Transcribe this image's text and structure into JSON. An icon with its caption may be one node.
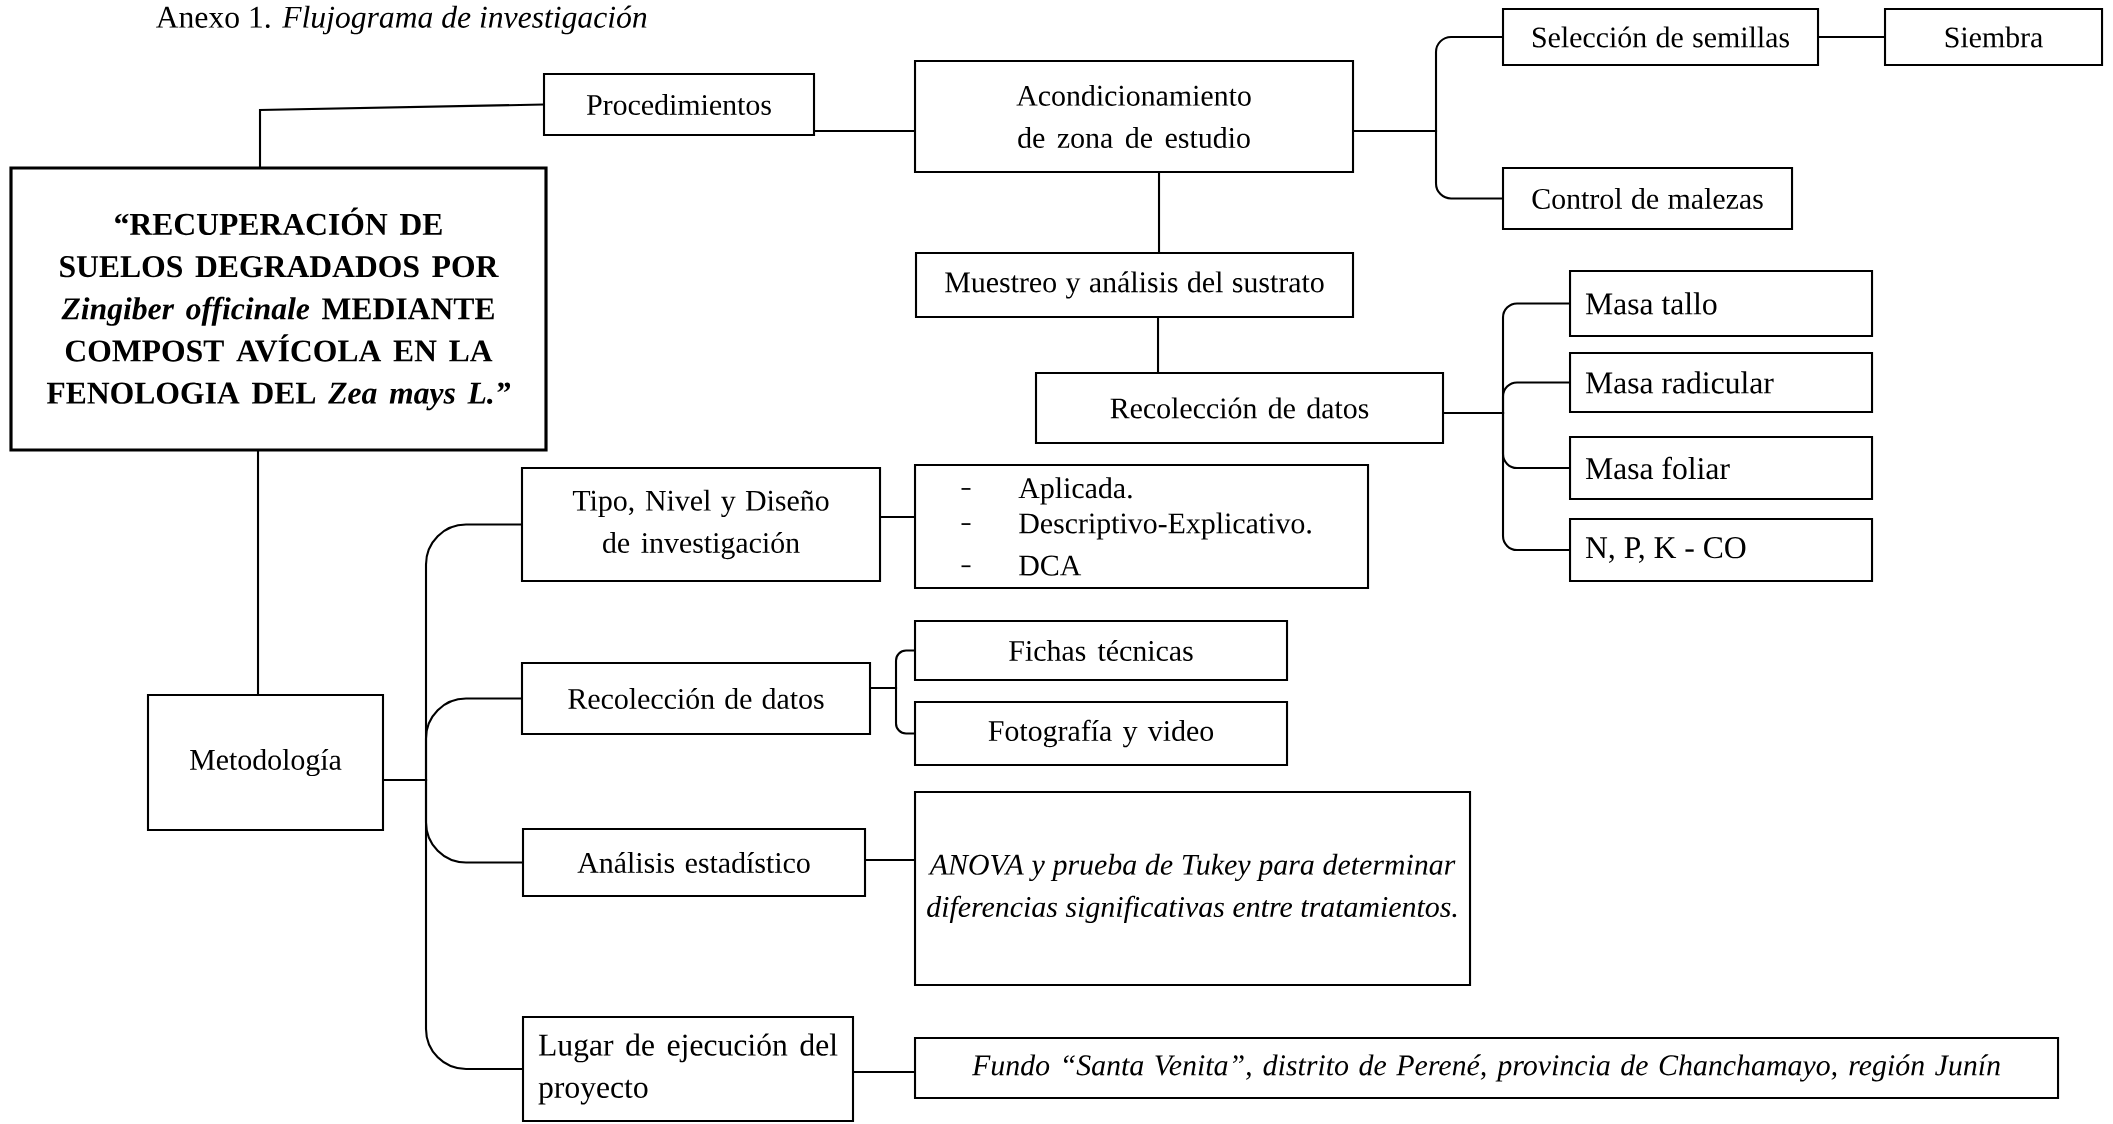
{
  "diagram": {
    "title": "Anexo 1. *Flujograma de investigación*",
    "nodes": [
      {
        "text": [
          "“RECUPERACIÓN DE SUELOS DEGRADADOS POR *Zingiber officinale* MEDIANTE COMPOST AVÍCOLA EN LA FENOLOGIA DEL *Zea mays L.”*"
        ]
      },
      {
        "text": [
          "Procedimientos"
        ]
      },
      {
        "text": [
          "Acondicionamiento de zona de estudio"
        ]
      },
      {
        "text": [
          "Selección de semillas"
        ]
      },
      {
        "text": [
          "Siembra"
        ]
      },
      {
        "text": [
          "Control de malezas"
        ]
      },
      {
        "text": [
          "Muestreo y análisis del sustrato"
        ]
      },
      {
        "text": [
          "Recolección de datos"
        ]
      },
      {
        "text": [
          "Masa tallo"
        ]
      },
      {
        "text": [
          "Masa radicular"
        ]
      },
      {
        "text": [
          "Masa foliar"
        ]
      },
      {
        "text": [
          "N, P, K - CO"
        ]
      },
      {
        "text": [
          "Metodología"
        ]
      },
      {
        "text": [
          "Tipo, Nivel y Diseño de investigación"
        ]
      },
      {
        "text": [
          "Aplicada.",
          "Descriptivo-Explicativo.",
          "DCA"
        ]
      },
      {
        "text": [
          "Recolección de datos"
        ]
      },
      {
        "text": [
          "Fichas técnicas"
        ]
      },
      {
        "text": [
          "Fotografía y video"
        ]
      },
      {
        "text": [
          "Análisis estadístico"
        ]
      },
      {
        "text": [
          "ANOVA y prueba de Tukey para determinar diferencias significativas entre tratamientos."
        ]
      },
      {
        "text": [
          "Lugar de ejecución del proyecto"
        ]
      },
      {
        "text": [
          "Fundo “Santa Venita”, distrito de Perené, provincia de Chanchamayo, región Junín"
        ]
      }
    ],
    "edges": [
      {
        "from": 0,
        "to": 1,
        "arrow": "none"
      },
      {
        "from": 0,
        "to": 12,
        "arrow": "none"
      },
      {
        "from": 1,
        "to": 2,
        "arrow": "none"
      },
      {
        "from": 2,
        "to": 3,
        "arrow": "none"
      },
      {
        "from": 2,
        "to": 5,
        "arrow": "none"
      },
      {
        "from": 3,
        "to": 4,
        "arrow": "none"
      },
      {
        "from": 2,
        "to": 6,
        "arrow": "none"
      },
      {
        "from": 6,
        "to": 7,
        "arrow": "none"
      },
      {
        "from": 7,
        "to": 8,
        "arrow": "none"
      },
      {
        "from": 7,
        "to": 9,
        "arrow": "none"
      },
      {
        "from": 7,
        "to": 10,
        "arrow": "none"
      },
      {
        "from": 7,
        "to": 11,
        "arrow": "none"
      },
      {
        "from": 12,
        "to": 13,
        "arrow": "none"
      },
      {
        "from": 12,
        "to": 15,
        "arrow": "none"
      },
      {
        "from": 12,
        "to": 18,
        "arrow": "none"
      },
      {
        "from": 12,
        "to": 20,
        "arrow": "none"
      },
      {
        "from": 13,
        "to": 14,
        "arrow": "none"
      },
      {
        "from": 15,
        "to": 16,
        "arrow": "none"
      },
      {
        "from": 15,
        "to": 17,
        "arrow": "none"
      },
      {
        "from": 18,
        "to": 19,
        "arrow": "none"
      },
      {
        "from": 20,
        "to": 21,
        "arrow": "none"
      }
    ]
  }
}
